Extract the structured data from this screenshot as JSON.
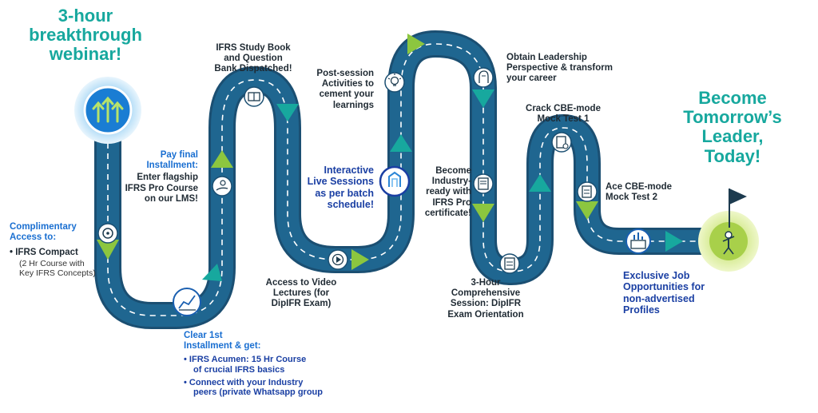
{
  "title": "3-hour breakthrough webinar!",
  "title_lines": [
    "3-hour",
    "breakthrough",
    "webinar!"
  ],
  "end_title_lines": [
    "Become",
    "Tomorrow’s",
    "Leader,",
    "Today!"
  ],
  "steps": {
    "complimentary": {
      "heading_lines": [
        "Complimentary",
        "Access to:"
      ],
      "bullet": "IFRS Compact",
      "detail_lines": [
        "(2 Hr Course with",
        "Key IFRS Concepts)"
      ]
    },
    "clear_first": {
      "heading_lines": [
        "Clear 1st",
        "Installment & get:"
      ],
      "bullet1_lines": [
        "IFRS Acumen: 15 Hr Course",
        "of crucial IFRS basics"
      ],
      "bullet2_lines": [
        "Connect with your Industry",
        "peers (private Whatsapp group"
      ]
    },
    "pay_final": {
      "heading_lines": [
        "Pay final",
        "Installment:"
      ],
      "body_lines": [
        "Enter flagship",
        "IFRS Pro Course",
        "on our LMS!"
      ]
    },
    "study_book": {
      "lines": [
        "IFRS Study Book",
        "and Question",
        "Bank Dispatched!"
      ]
    },
    "video": {
      "lines": [
        "Access to Video",
        "Lectures (for",
        "DipIFR Exam)"
      ]
    },
    "live": {
      "lines": [
        "Interactive",
        "Live Sessions",
        "as per batch",
        "schedule!"
      ]
    },
    "post_session": {
      "lines": [
        "Post-session",
        "Activities to",
        "cement your",
        "learnings"
      ]
    },
    "leadership": {
      "lines": [
        "Obtain Leadership",
        "Perspective & transform",
        "your career"
      ]
    },
    "industry_ready": {
      "lines": [
        "Become",
        "Industry-",
        "ready with",
        "IFRS Pro",
        "certificate!"
      ]
    },
    "comprehensive": {
      "lines": [
        "3-Hour",
        "Comprehensive",
        "Session: DipIFR",
        "Exam Orientation"
      ]
    },
    "mock1": {
      "lines": [
        "Crack CBE-mode",
        "Mock Test 1"
      ]
    },
    "mock2": {
      "lines": [
        "Ace CBE-mode",
        "Mock Test 2"
      ]
    },
    "jobs": {
      "lines": [
        "Exclusive Job",
        "Opportunities for",
        "non-advertised",
        "Profiles"
      ]
    }
  },
  "icons": [
    "arrows-up-icon",
    "target-icon",
    "chart-icon",
    "hand-money-icon",
    "book-icon",
    "play-icon",
    "live-logo-icon",
    "lightbulb-icon",
    "idea-head-icon",
    "certificate-icon",
    "clipboard-icon",
    "test-doc-icon",
    "test-doc-icon",
    "briefcase-chart-icon",
    "flag-achiever-icon"
  ],
  "colors": {
    "road": "#1d5b80",
    "road_edge": "#1b4f72",
    "accent_green": "#8cc63f",
    "accent_teal": "#17a89e",
    "title_teal": "#17a89e",
    "step_blue": "#1a6fd1",
    "text_dark": "#1f2a33",
    "navy": "#1a3fa3"
  }
}
